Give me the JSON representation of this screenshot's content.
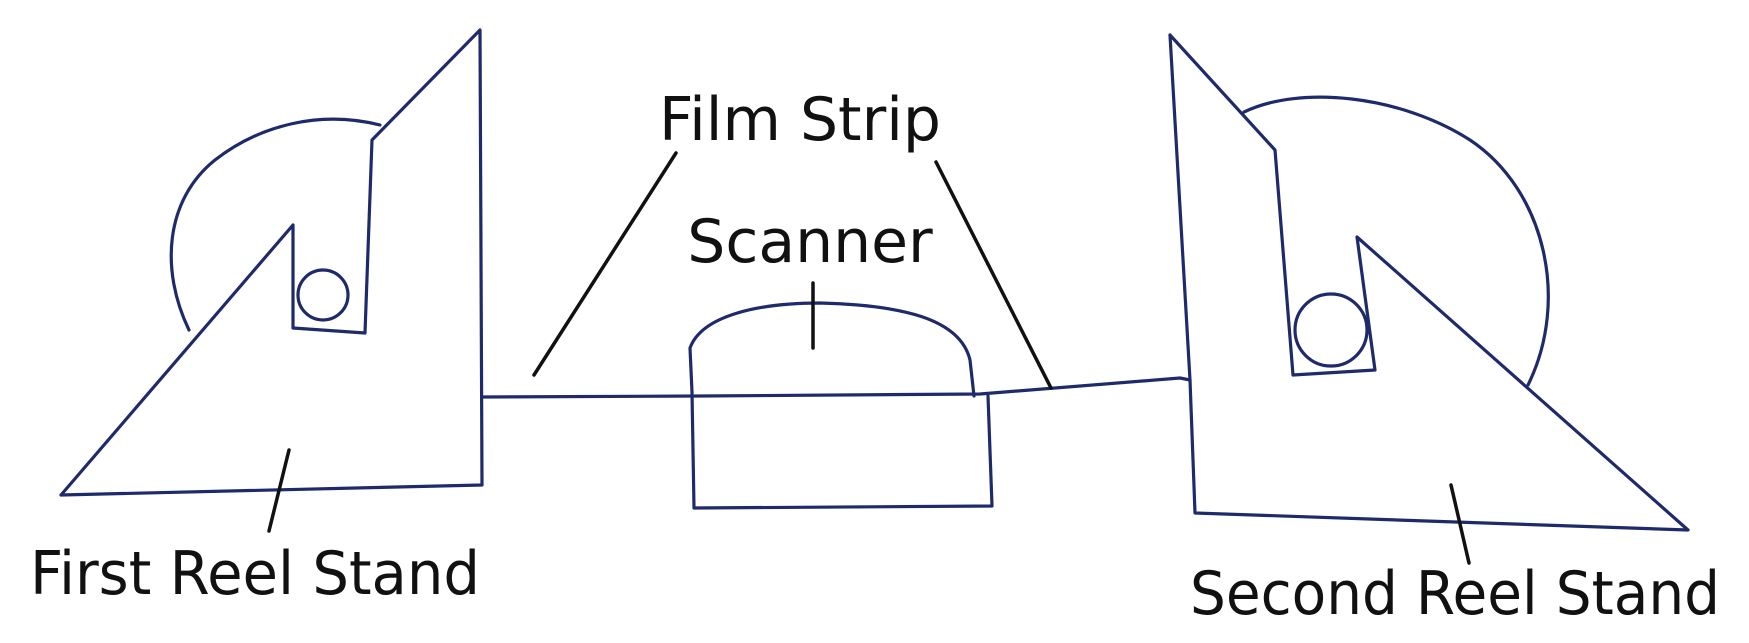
{
  "labels": {
    "film_strip": "Film Strip",
    "scanner": "Scanner",
    "first_reel_stand": "First Reel Stand",
    "second_reel_stand": "Second Reel Stand"
  },
  "colors": {
    "ink": "#1f2a6b",
    "label_text": "#111111",
    "background": "#ffffff"
  }
}
